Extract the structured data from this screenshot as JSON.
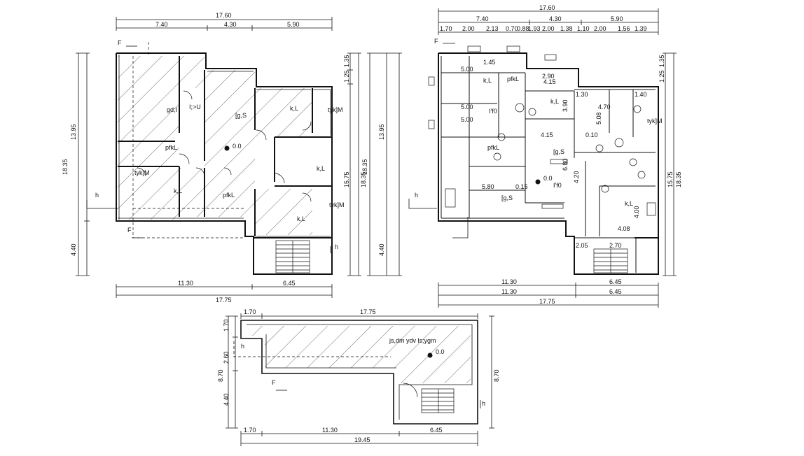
{
  "colors": {
    "ink": "#111111",
    "wall": "#111111",
    "hatch": "#222222",
    "background": "#ffffff"
  },
  "plan_left": {
    "dims_top": [
      "17.60",
      "7.40",
      "4.30",
      "5.90"
    ],
    "dims_bottom": [
      "11.30",
      "17.75",
      "6.45"
    ],
    "dims_left": [
      "13.95",
      "18.35",
      "4.40"
    ],
    "dims_right": [
      "1.35",
      "1.25",
      "15.75",
      "18.35"
    ],
    "rooms": [
      "gd;I",
      "I;>U",
      "[g,S",
      "k,L",
      "tyk]M",
      "pfkL",
      "tyk]M",
      "k,L",
      "k,L",
      "pfkL",
      "k,L",
      "tyk]M"
    ],
    "level": "0.0",
    "arrows": [
      "F",
      "F",
      "h",
      "h"
    ]
  },
  "plan_right": {
    "dims_top": [
      "17.60",
      "7.40",
      "4.30",
      "5.90"
    ],
    "dims_detail": [
      "1.70",
      "2.00",
      "2.13",
      "0.70",
      "0.88",
      "1.93",
      "2.00",
      "1.38",
      "1.10",
      "2.00",
      "1.56",
      "1.39"
    ],
    "dims_bottom": [
      "11.30",
      "6.45",
      "11.30",
      "6.45",
      "17.75"
    ],
    "dims_left": [
      "13.95",
      "18.35",
      "4.40"
    ],
    "dims_right": [
      "1.35",
      "1.25",
      "15.75",
      "18.35"
    ],
    "inner_dims": [
      "5.00",
      "1.45",
      "2.90",
      "4.15",
      "1.30",
      "1.40",
      "4.70",
      "5.00",
      "4.15",
      "5.00",
      "5.80",
      "4.20",
      "4.00",
      "4.08",
      "2.05",
      "2.70",
      "3.90",
      "6.80",
      "5.08",
      "0.10",
      "0.15"
    ],
    "rooms": [
      "k,L",
      "k,L",
      "pfkL",
      "I'f0",
      "pfkL",
      "[g,S",
      "I'f0",
      "[g,S",
      "k,L",
      "tyk]M"
    ],
    "level": "0.0",
    "arrows": [
      "F",
      "h"
    ]
  },
  "plan_bottom": {
    "dims_top": [
      "1.70",
      "17.75"
    ],
    "dims_bottom": [
      "1.70",
      "11.30",
      "6.45",
      "19.45"
    ],
    "dims_left": [
      "1.70",
      "2.60",
      "8.70",
      "4.40"
    ],
    "dims_right": [
      "8.70"
    ],
    "room": "js,dm  ydv  ls;ygm",
    "level": "0.0",
    "arrows": [
      "h",
      "F",
      "h"
    ]
  }
}
